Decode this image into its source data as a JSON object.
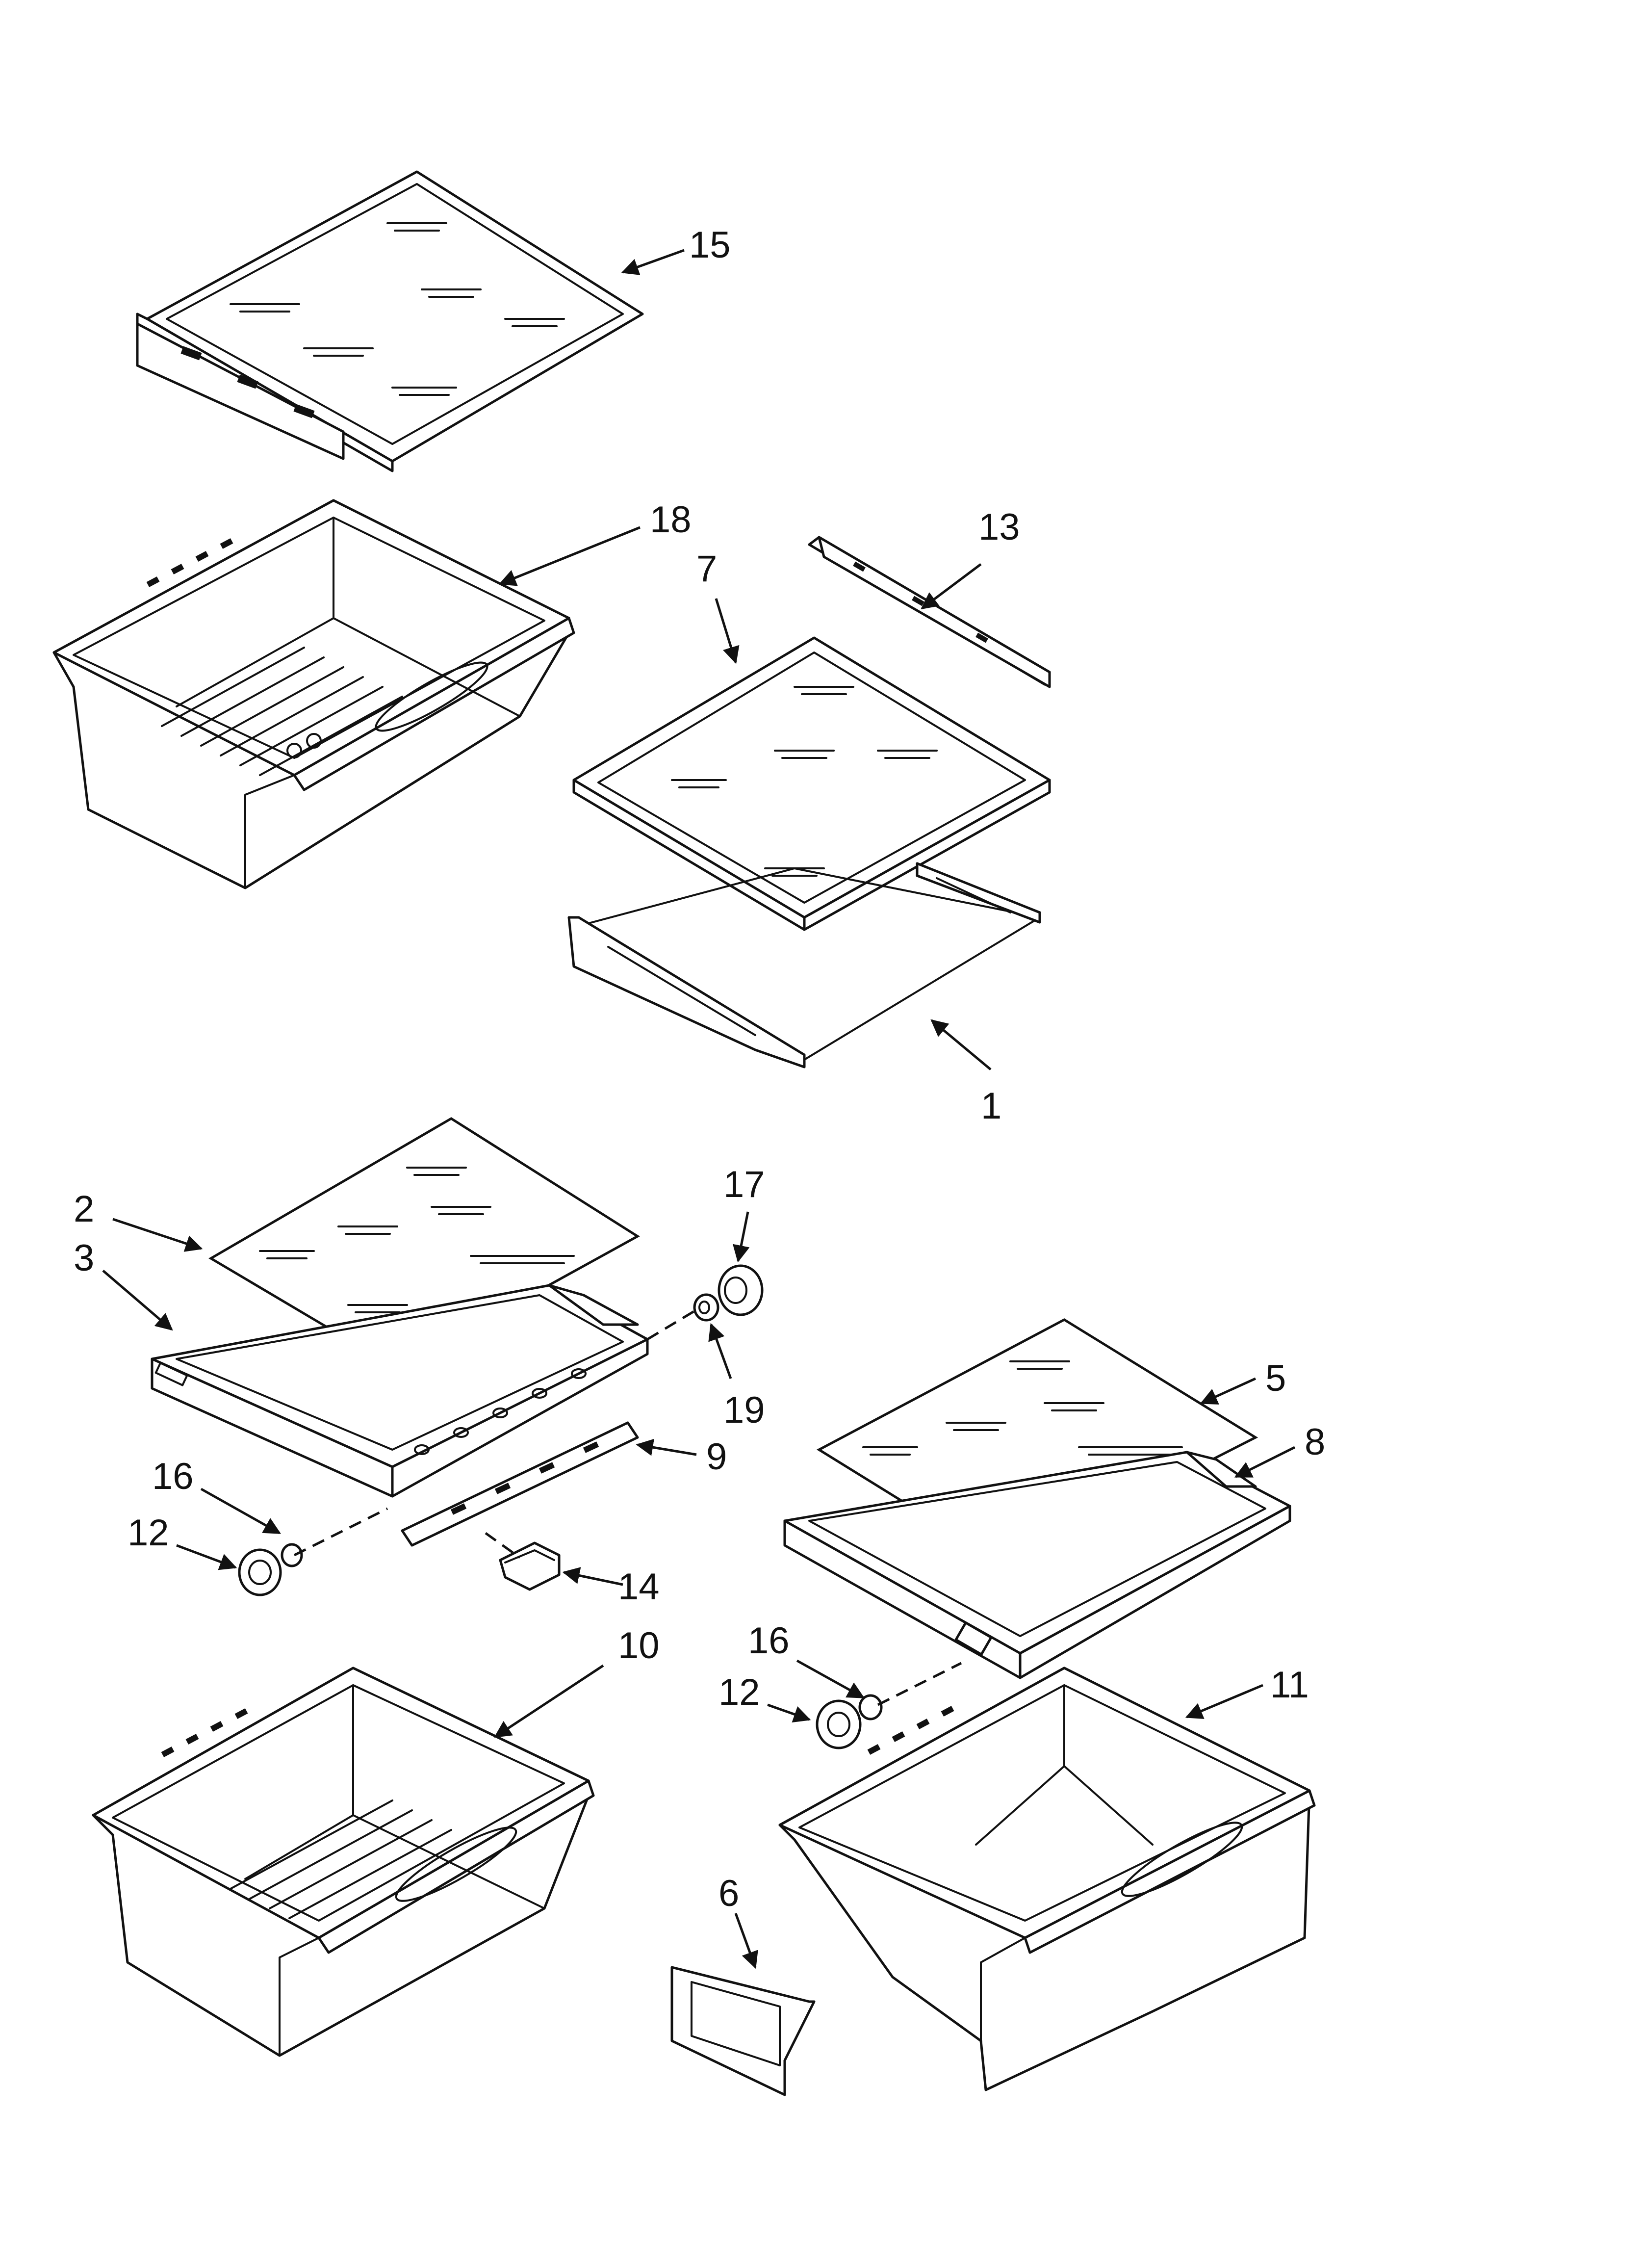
{
  "callouts": {
    "c1": "1",
    "c2": "2",
    "c3": "3",
    "c5": "5",
    "c6": "6",
    "c7": "7",
    "c8": "8",
    "c9": "9",
    "c10": "10",
    "c11": "11",
    "c12a": "12",
    "c12b": "12",
    "c13": "13",
    "c14": "14",
    "c15": "15",
    "c16a": "16",
    "c16b": "16",
    "c17": "17",
    "c18": "18",
    "c19": "19"
  }
}
